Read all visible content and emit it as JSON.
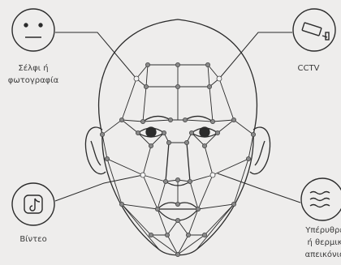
{
  "labels": {
    "selfie_line1": "Σέλφι ή",
    "selfie_line2": "φωτογραφία",
    "cctv": "CCTV",
    "video": "Βίντεο",
    "thermal_line1": "Υπέρυθρε",
    "thermal_line2": "ή θερμικ",
    "thermal_line3": "απεικόνισ"
  },
  "icons": {
    "selfie": "neutral-face-icon",
    "cctv": "security-camera-icon",
    "video": "music-note-app-icon",
    "thermal": "heat-waves-icon"
  },
  "colors": {
    "background": "#eeedec",
    "line": "#2b2b2b",
    "node_fill": "#8a8a8a",
    "node_stroke": "#444444"
  }
}
